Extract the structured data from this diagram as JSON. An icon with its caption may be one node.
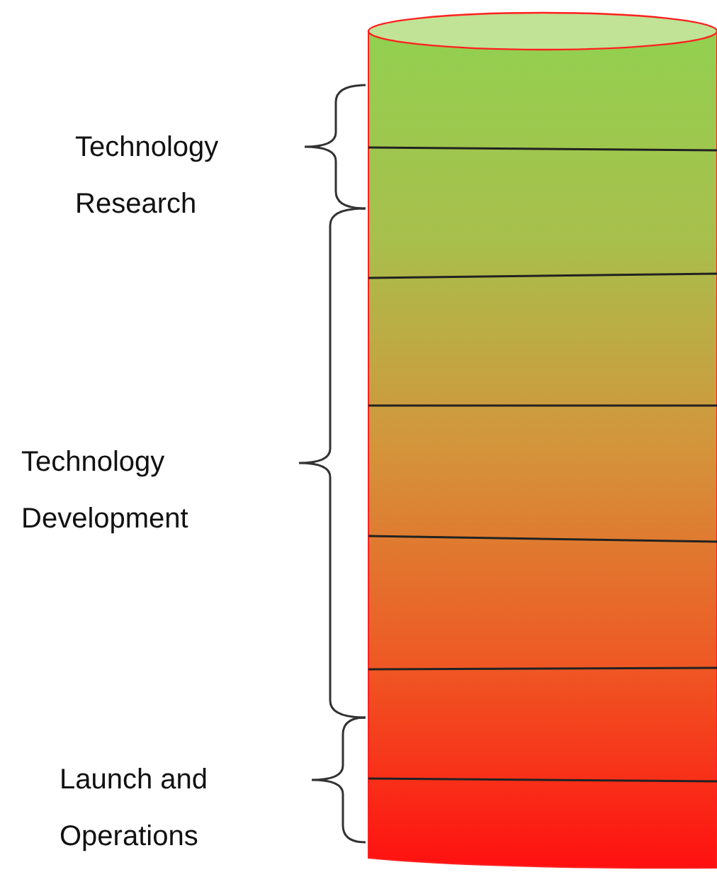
{
  "diagram": {
    "labels": [
      "Technology Research",
      "Technology Development",
      "Launch and Operations"
    ]
  }
}
